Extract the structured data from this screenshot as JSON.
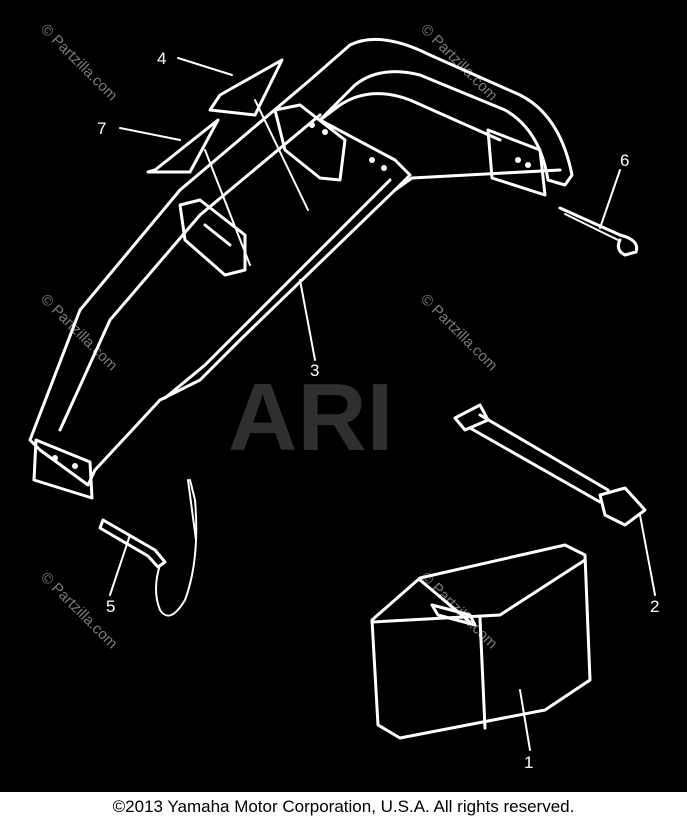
{
  "watermark": {
    "brand": "ARI",
    "site": "© Partzilla.com"
  },
  "callouts": {
    "c1": "1",
    "c2": "2",
    "c3": "3",
    "c4": "4",
    "c5": "5",
    "c6": "6",
    "c7": "7"
  },
  "footer": {
    "copyright": "©2013  Yamaha Motor Corporation, U.S.A. All rights reserved."
  },
  "colors": {
    "background": "#000000",
    "line_art": "#ffffff",
    "watermark": "#7a7a7a",
    "footer_bg": "#ffffff",
    "footer_text": "#000000"
  }
}
